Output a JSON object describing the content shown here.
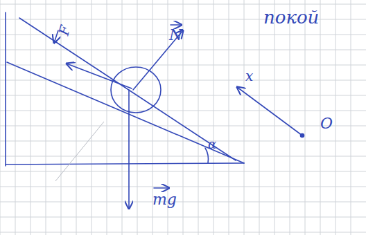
{
  "diagram": {
    "labels": [
      "покой",
      "F",
      "N",
      "mg",
      "x",
      "O",
      "α"
    ]
  }
}
